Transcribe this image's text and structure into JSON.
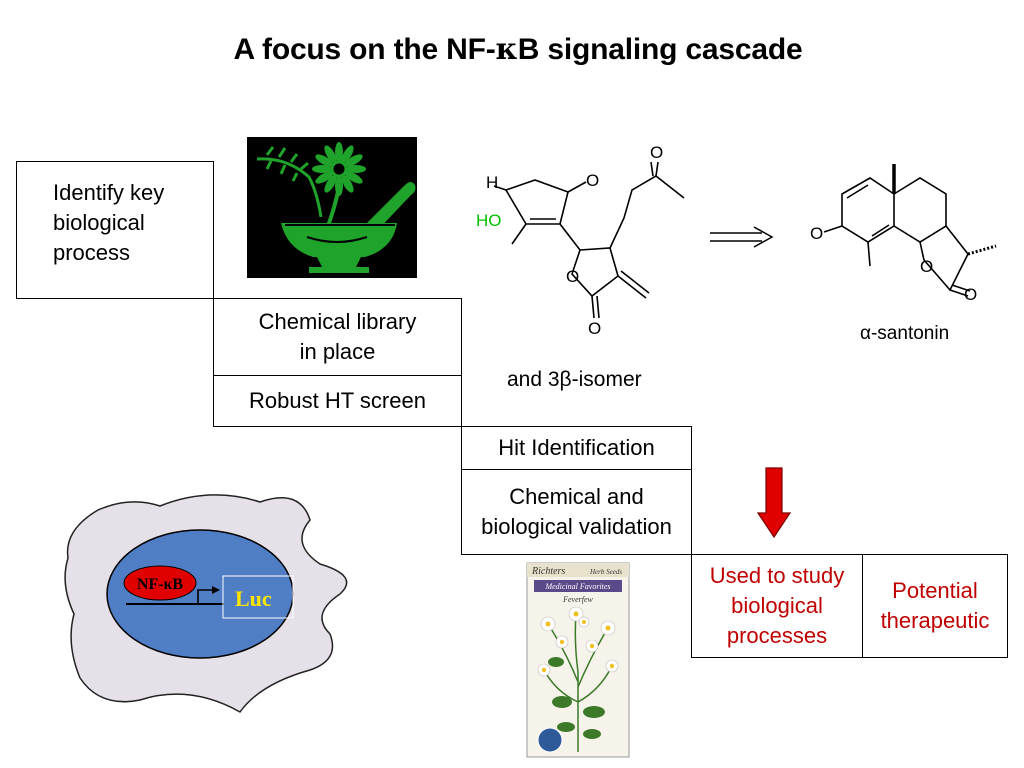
{
  "title_prefix": "A focus on the NF-",
  "title_kappa": "κ",
  "title_suffix": "B signaling cascade",
  "steps": {
    "identify": "Identify key\nbiological\nprocess",
    "library": "Chemical library\nin place",
    "screen": "Robust HT screen",
    "hit": "Hit Identification",
    "validation": "Chemical and\nbiological validation",
    "used": "Used to study\nbiological\nprocesses",
    "therapeutic": "Potential\ntherapeutic"
  },
  "molecules": {
    "isomer_note": "and 3β-isomer",
    "santonin": "α-santonin",
    "atom_o": "O",
    "atom_h": "H",
    "atom_ho": "HO"
  },
  "cell": {
    "nfkb": "NF-κB",
    "luc": "Luc"
  },
  "packet": {
    "brand": "Richters",
    "herb_seeds": "Herb Seeds",
    "banner": "Medicinal Favorites",
    "name": "Feverfew"
  },
  "colors": {
    "accent_red": "#c00000",
    "arrow_red": "#e00000",
    "mortar_green": "#1fa32a",
    "cell_fill": "#e6e1e8",
    "nucleus_blue": "#4f7ec4",
    "luc_yellow": "#ffe600",
    "ho_green": "#00c000"
  }
}
